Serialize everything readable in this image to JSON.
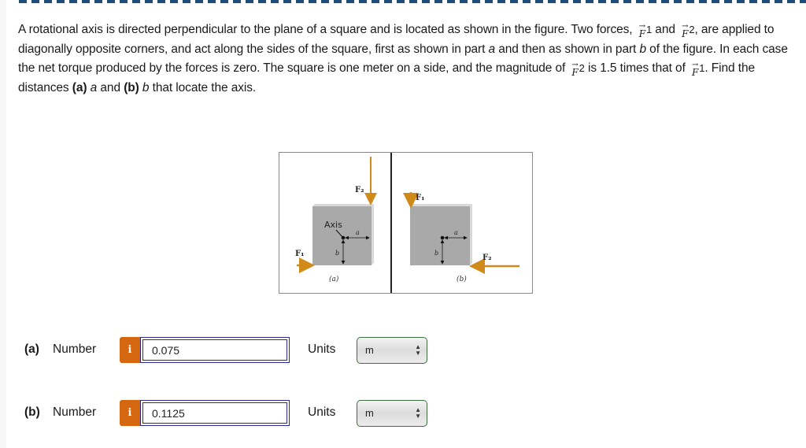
{
  "question": {
    "p1": "A rotational axis is directed perpendicular to the plane of a square and is located as shown in the figure. Two forces, ",
    "f1_symbol": "F",
    "f1_sub": "1",
    "p2": " and ",
    "f2_symbol": "F",
    "f2_sub": "2",
    "p3": ", are applied to diagonally opposite corners, and act along the sides of the square, first as shown in part ",
    "part_a_italic": "a",
    "p4": " and then as shown in part ",
    "part_b_italic": "b",
    "p5": " of the figure. In each case the net torque produced by the forces is zero. The square is one meter on a side, and the magnitude of ",
    "f2b_symbol": "F",
    "f2b_sub": "2",
    "p6": " is 1.5 times that of ",
    "f1b_symbol": "F",
    "f1b_sub": "1",
    "p7": ". Find the distances ",
    "ask_a_label": "(a)",
    "ask_a_var": "a",
    "p8": " and ",
    "ask_b_label": "(b)",
    "ask_b_var": "b",
    "p9": " that locate the axis.",
    "arrow_glyph": "→"
  },
  "figure": {
    "panel_a": {
      "caption": "(a)",
      "axis_label": "Axis",
      "a_label": "a",
      "b_label": "b",
      "f1_label": "F₁",
      "f2_label": "F₂"
    },
    "panel_b": {
      "caption": "(b)",
      "a_label": "a",
      "b_label": "b",
      "f1_label": "F₁",
      "f2_label": "F₂"
    },
    "colors": {
      "force_arrow": "#d08a1a",
      "square": "#a9a9a9",
      "divider": "#222222"
    }
  },
  "answers": [
    {
      "part": "(a)",
      "number_label": "Number",
      "info_icon": "i",
      "value": "0.075",
      "units_label": "Units",
      "unit": "m"
    },
    {
      "part": "(b)",
      "number_label": "Number",
      "info_icon": "i",
      "value": "0.1125",
      "units_label": "Units",
      "unit": "m"
    }
  ],
  "colors": {
    "info_button": "#d4670f",
    "input_border": "#2a2a8a",
    "select_border": "#3f6f3f",
    "top_dash": "#1f4e79"
  }
}
